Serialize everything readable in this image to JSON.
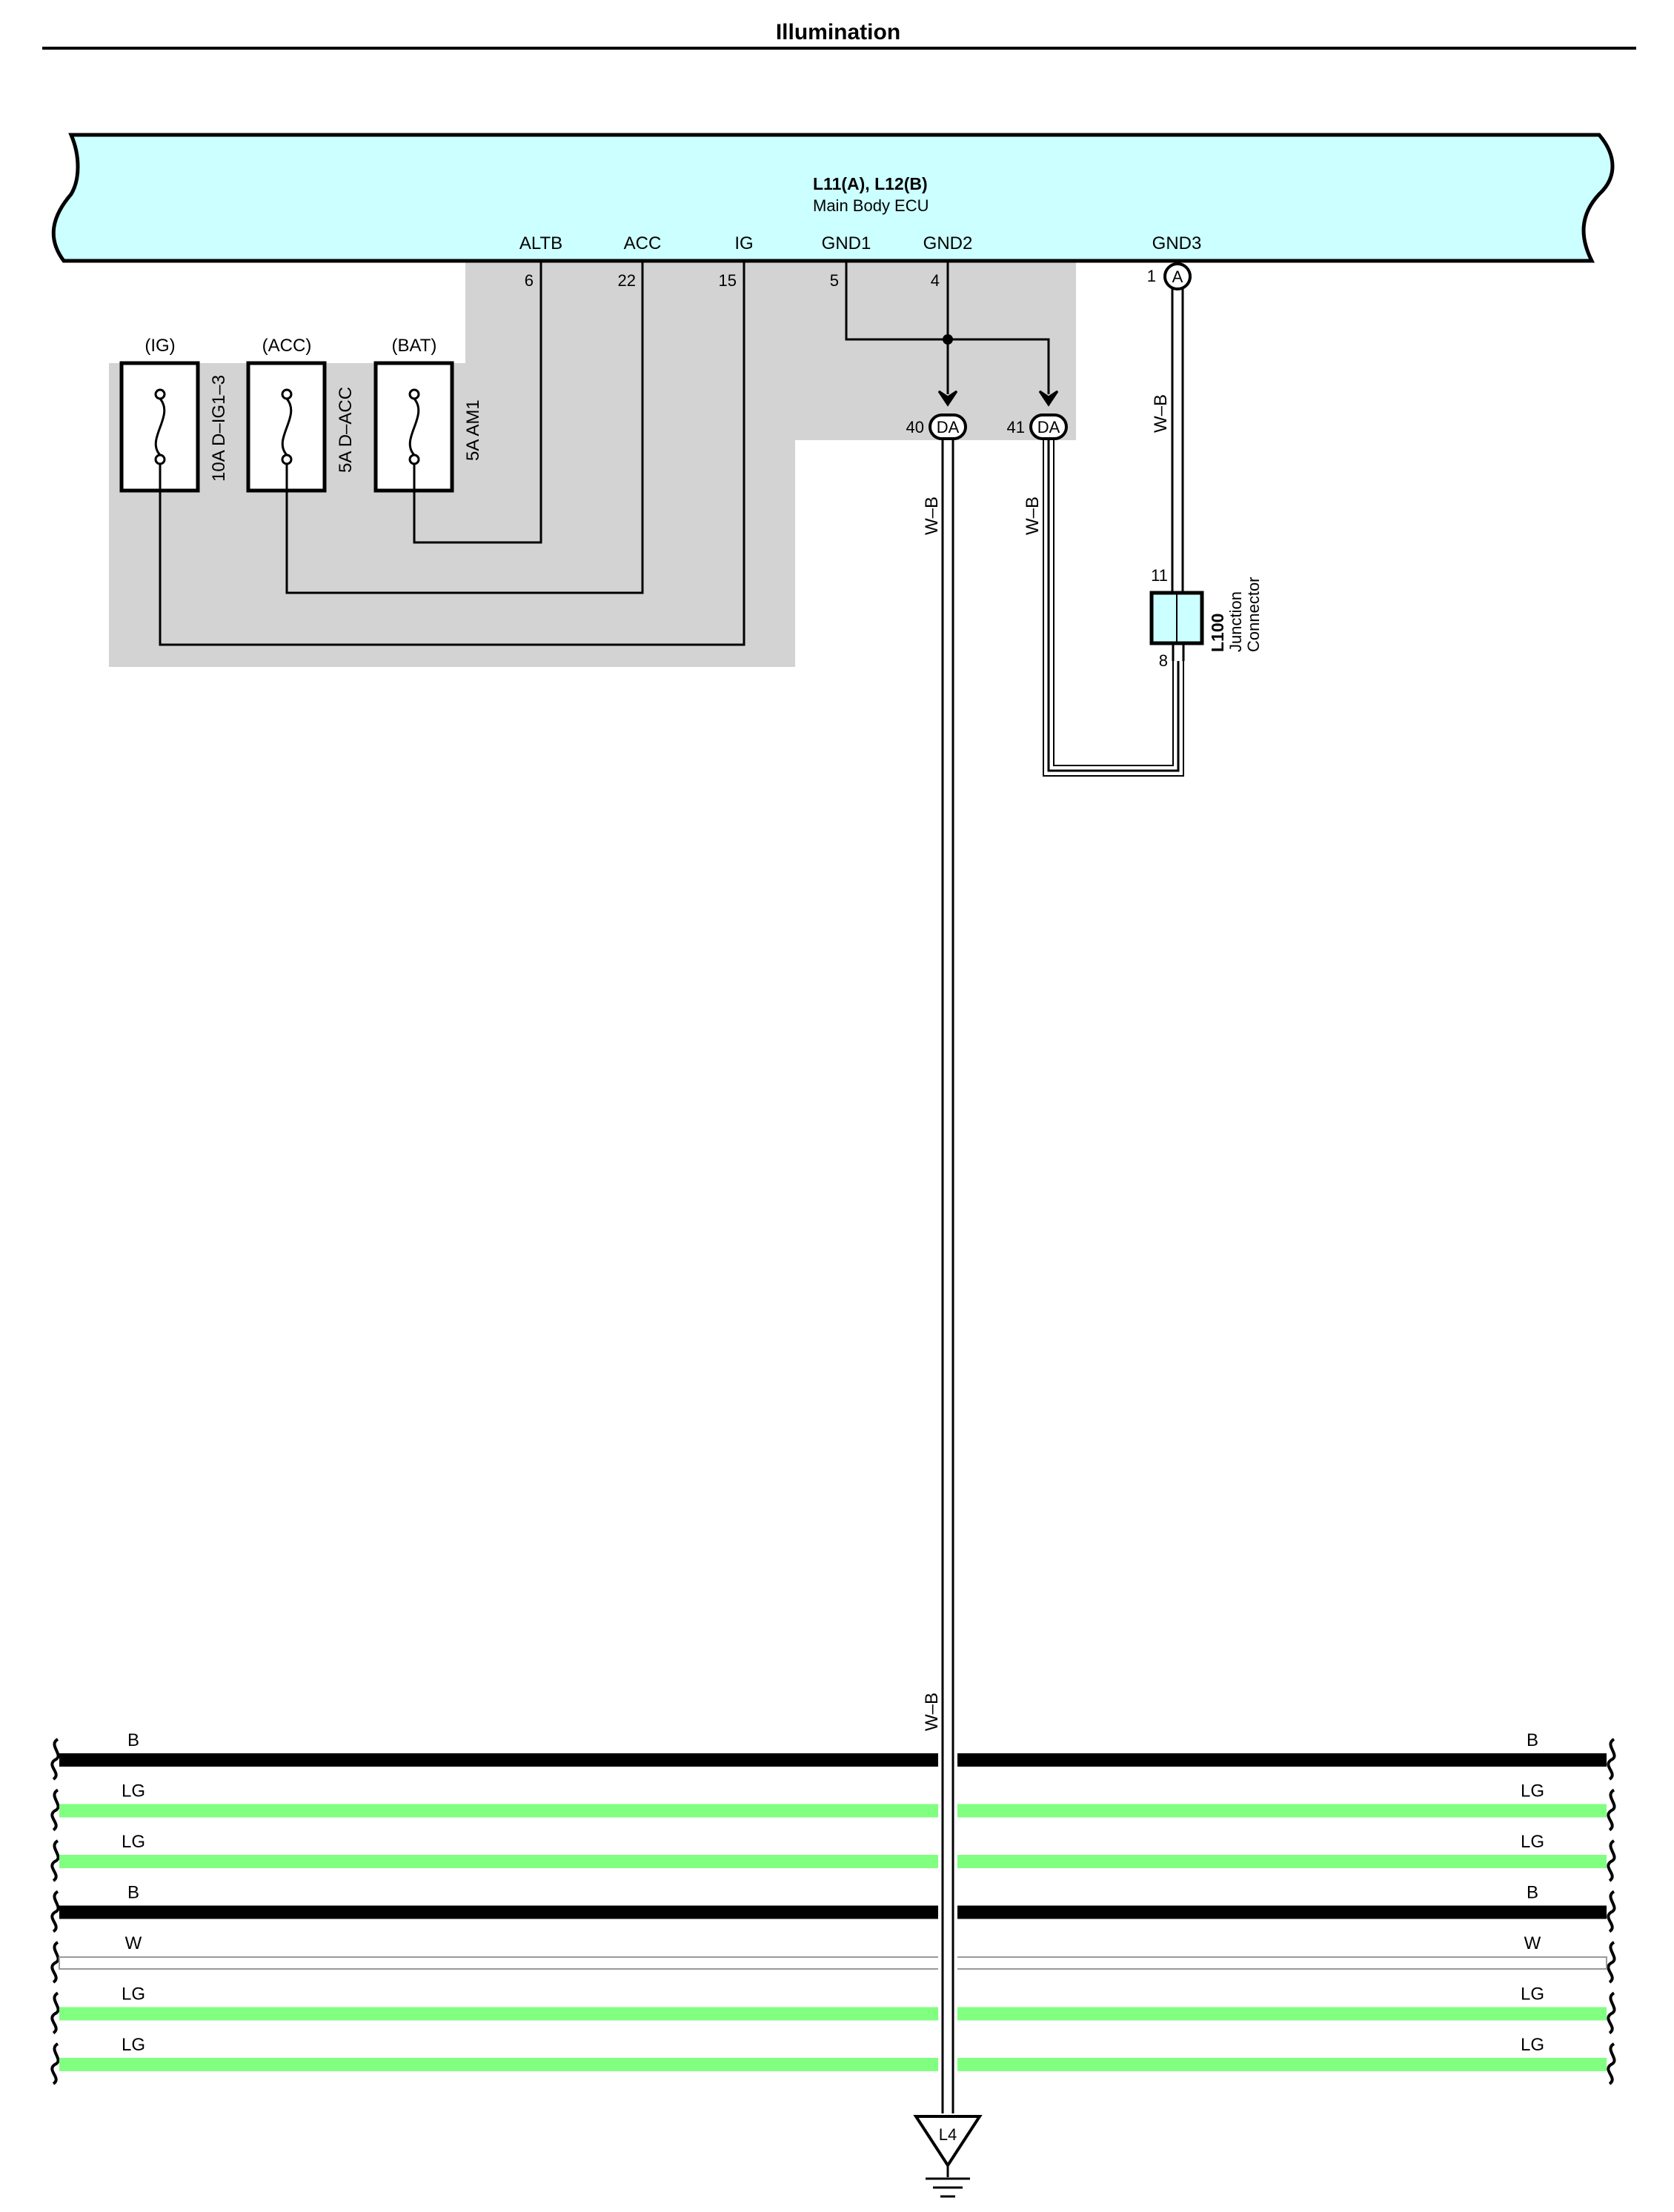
{
  "title": "Illumination",
  "colors": {
    "ecu_fill": "#ccffff",
    "shade": "#d3d3d3",
    "LG": "#80ff80",
    "B": "#000000",
    "W": "#ffffff",
    "junction_fill": "#ccffff"
  },
  "ecu": {
    "connectors": "L11(A), L12(B)",
    "name": "Main Body ECU",
    "terminals": [
      {
        "label": "ALTB",
        "pin": "6"
      },
      {
        "label": "ACC",
        "pin": "22"
      },
      {
        "label": "IG",
        "pin": "15"
      },
      {
        "label": "GND1",
        "pin": "5"
      },
      {
        "label": "GND2",
        "pin": "4"
      },
      {
        "label": "GND3",
        "pin": "1",
        "connector": "A"
      }
    ]
  },
  "fuses": [
    {
      "source": "(IG)",
      "rating": "10A D–IG1–3"
    },
    {
      "source": "(ACC)",
      "rating": "5A D–ACC"
    },
    {
      "source": "(BAT)",
      "rating": "5A AM1"
    }
  ],
  "splice_connectors": [
    {
      "pin": "40",
      "code": "DA"
    },
    {
      "pin": "41",
      "code": "DA"
    }
  ],
  "wire_colors": {
    "left": "W–B",
    "right": "W–B",
    "gnd3": "W–B",
    "bottom": "W–B"
  },
  "junction_connector": {
    "id": "L100",
    "line1": "Junction",
    "line2": "Connector",
    "pin_top": "11",
    "pin_bottom": "8"
  },
  "bus_wires": [
    {
      "color": "B"
    },
    {
      "color": "LG"
    },
    {
      "color": "LG"
    },
    {
      "color": "B"
    },
    {
      "color": "W"
    },
    {
      "color": "LG"
    },
    {
      "color": "LG"
    }
  ],
  "ground": {
    "label": "L4"
  }
}
